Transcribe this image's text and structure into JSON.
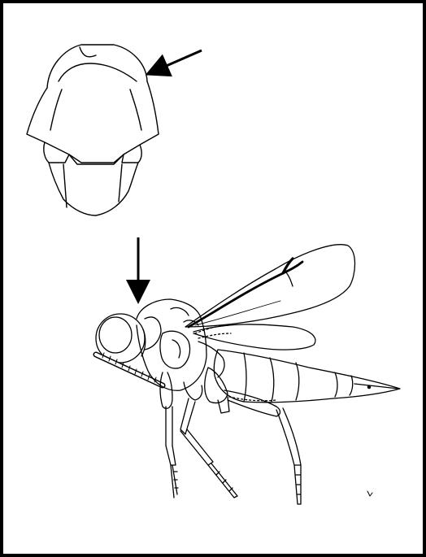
{
  "figure": {
    "figures_shown": [
      "mesosoma-dorsal-view",
      "wasp-lateral-habitus"
    ],
    "pointer_arrows": 2,
    "stroke_color": "#000000",
    "background_color": "#ffffff",
    "style": "black line drawing"
  }
}
